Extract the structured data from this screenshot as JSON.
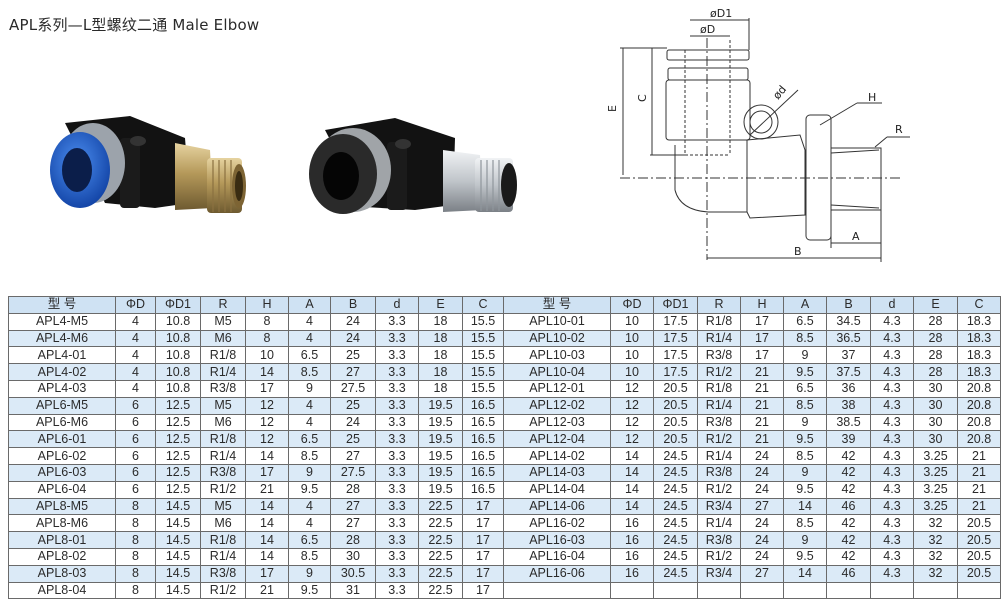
{
  "title": "APL系列—L型螺纹二通 Male Elbow",
  "photos": [
    {
      "name": "blue-collar-elbow-fitting",
      "collet_color": "#1e5fc8",
      "body_color": "#111111",
      "thread_color": "#b59a5a"
    },
    {
      "name": "black-collar-elbow-fitting",
      "collet_color": "#1a1a1a",
      "body_color": "#111111",
      "thread_color": "#c9ccd0"
    }
  ],
  "diagram": {
    "labels": {
      "D1": "øD1",
      "D": "øD",
      "E": "E",
      "C": "C",
      "d": "ød",
      "H": "H",
      "R": "R",
      "A": "A",
      "B": "B"
    }
  },
  "table": {
    "headers": [
      "型 号",
      "ΦD",
      "ΦD1",
      "R",
      "H",
      "A",
      "B",
      "d",
      "E",
      "C"
    ],
    "left_rows": [
      [
        "APL4-M5",
        "4",
        "10.8",
        "M5",
        "8",
        "4",
        "24",
        "3.3",
        "18",
        "15.5"
      ],
      [
        "APL4-M6",
        "4",
        "10.8",
        "M6",
        "8",
        "4",
        "24",
        "3.3",
        "18",
        "15.5"
      ],
      [
        "APL4-01",
        "4",
        "10.8",
        "R1/8",
        "10",
        "6.5",
        "25",
        "3.3",
        "18",
        "15.5"
      ],
      [
        "APL4-02",
        "4",
        "10.8",
        "R1/4",
        "14",
        "8.5",
        "27",
        "3.3",
        "18",
        "15.5"
      ],
      [
        "APL4-03",
        "4",
        "10.8",
        "R3/8",
        "17",
        "9",
        "27.5",
        "3.3",
        "18",
        "15.5"
      ],
      [
        "APL6-M5",
        "6",
        "12.5",
        "M5",
        "12",
        "4",
        "25",
        "3.3",
        "19.5",
        "16.5"
      ],
      [
        "APL6-M6",
        "6",
        "12.5",
        "M6",
        "12",
        "4",
        "24",
        "3.3",
        "19.5",
        "16.5"
      ],
      [
        "APL6-01",
        "6",
        "12.5",
        "R1/8",
        "12",
        "6.5",
        "25",
        "3.3",
        "19.5",
        "16.5"
      ],
      [
        "APL6-02",
        "6",
        "12.5",
        "R1/4",
        "14",
        "8.5",
        "27",
        "3.3",
        "19.5",
        "16.5"
      ],
      [
        "APL6-03",
        "6",
        "12.5",
        "R3/8",
        "17",
        "9",
        "27.5",
        "3.3",
        "19.5",
        "16.5"
      ],
      [
        "APL6-04",
        "6",
        "12.5",
        "R1/2",
        "21",
        "9.5",
        "28",
        "3.3",
        "19.5",
        "16.5"
      ],
      [
        "APL8-M5",
        "8",
        "14.5",
        "M5",
        "14",
        "4",
        "27",
        "3.3",
        "22.5",
        "17"
      ],
      [
        "APL8-M6",
        "8",
        "14.5",
        "M6",
        "14",
        "4",
        "27",
        "3.3",
        "22.5",
        "17"
      ],
      [
        "APL8-01",
        "8",
        "14.5",
        "R1/8",
        "14",
        "6.5",
        "28",
        "3.3",
        "22.5",
        "17"
      ],
      [
        "APL8-02",
        "8",
        "14.5",
        "R1/4",
        "14",
        "8.5",
        "30",
        "3.3",
        "22.5",
        "17"
      ],
      [
        "APL8-03",
        "8",
        "14.5",
        "R3/8",
        "17",
        "9",
        "30.5",
        "3.3",
        "22.5",
        "17"
      ],
      [
        "APL8-04",
        "8",
        "14.5",
        "R1/2",
        "21",
        "9.5",
        "31",
        "3.3",
        "22.5",
        "17"
      ]
    ],
    "right_rows": [
      [
        "APL10-01",
        "10",
        "17.5",
        "R1/8",
        "17",
        "6.5",
        "34.5",
        "4.3",
        "28",
        "18.3"
      ],
      [
        "APL10-02",
        "10",
        "17.5",
        "R1/4",
        "17",
        "8.5",
        "36.5",
        "4.3",
        "28",
        "18.3"
      ],
      [
        "APL10-03",
        "10",
        "17.5",
        "R3/8",
        "17",
        "9",
        "37",
        "4.3",
        "28",
        "18.3"
      ],
      [
        "APL10-04",
        "10",
        "17.5",
        "R1/2",
        "21",
        "9.5",
        "37.5",
        "4.3",
        "28",
        "18.3"
      ],
      [
        "APL12-01",
        "12",
        "20.5",
        "R1/8",
        "21",
        "6.5",
        "36",
        "4.3",
        "30",
        "20.8"
      ],
      [
        "APL12-02",
        "12",
        "20.5",
        "R1/4",
        "21",
        "8.5",
        "38",
        "4.3",
        "30",
        "20.8"
      ],
      [
        "APL12-03",
        "12",
        "20.5",
        "R3/8",
        "21",
        "9",
        "38.5",
        "4.3",
        "30",
        "20.8"
      ],
      [
        "APL12-04",
        "12",
        "20.5",
        "R1/2",
        "21",
        "9.5",
        "39",
        "4.3",
        "30",
        "20.8"
      ],
      [
        "APL14-02",
        "14",
        "24.5",
        "R1/4",
        "24",
        "8.5",
        "42",
        "4.3",
        "3.25",
        "21"
      ],
      [
        "APL14-03",
        "14",
        "24.5",
        "R3/8",
        "24",
        "9",
        "42",
        "4.3",
        "3.25",
        "21"
      ],
      [
        "APL14-04",
        "14",
        "24.5",
        "R1/2",
        "24",
        "9.5",
        "42",
        "4.3",
        "3.25",
        "21"
      ],
      [
        "APL14-06",
        "14",
        "24.5",
        "R3/4",
        "27",
        "14",
        "46",
        "4.3",
        "3.25",
        "21"
      ],
      [
        "APL16-02",
        "16",
        "24.5",
        "R1/4",
        "24",
        "8.5",
        "42",
        "4.3",
        "32",
        "20.5"
      ],
      [
        "APL16-03",
        "16",
        "24.5",
        "R3/8",
        "24",
        "9",
        "42",
        "4.3",
        "32",
        "20.5"
      ],
      [
        "APL16-04",
        "16",
        "24.5",
        "R1/2",
        "24",
        "9.5",
        "42",
        "4.3",
        "32",
        "20.5"
      ],
      [
        "APL16-06",
        "16",
        "24.5",
        "R3/4",
        "27",
        "14",
        "46",
        "4.3",
        "32",
        "20.5"
      ],
      [
        "",
        "",
        "",
        "",
        "",
        "",
        "",
        "",
        "",
        ""
      ]
    ],
    "colors": {
      "header_bg": "#cfe2f3",
      "alt_row_bg": "#dbeaf7",
      "border": "#6a6a6a"
    }
  }
}
